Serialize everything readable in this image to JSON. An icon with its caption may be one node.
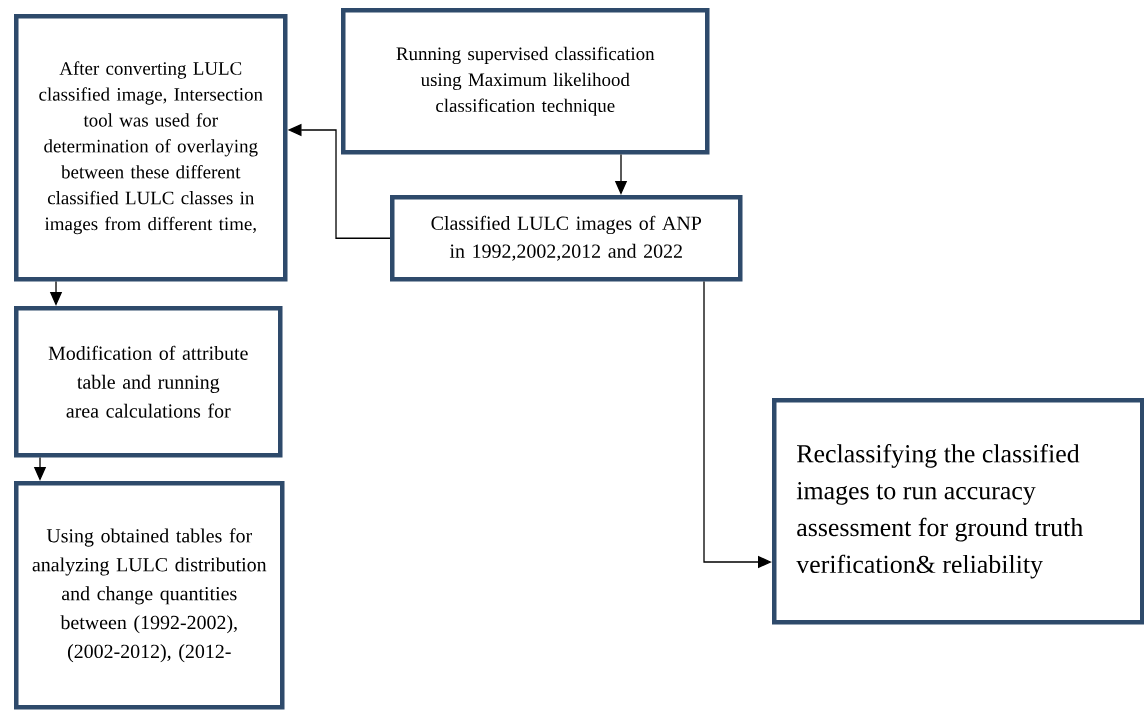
{
  "diagram": {
    "nodes": [
      {
        "text": [
          "After converting LULC classified image, Intersection tool was used for determination of overlaying between these different classified LULC classes in images from different time,"
        ]
      },
      {
        "text": [
          "Running supervised classification using Maximum likelihood classification technique"
        ]
      },
      {
        "text": [
          "Classified LULC images of ANP in 1992,2002,2012 and 2022"
        ]
      },
      {
        "text": [
          "Modification of attribute table and running area calculations for"
        ]
      },
      {
        "text": [
          "Using obtained tables for analyzing LULC distribution and change quantities between (1992-2002), (2002-2012), (2012-"
        ]
      },
      {
        "text": [
          "Reclassifying the classified images to run accuracy assessment for ground truth verification& reliability"
        ]
      }
    ],
    "edges": [
      {
        "from": 1,
        "to": 2,
        "arrow": "to"
      },
      {
        "from": 2,
        "to": 0,
        "arrow": "to"
      },
      {
        "from": 2,
        "to": 5,
        "arrow": "to"
      },
      {
        "from": 0,
        "to": 3,
        "arrow": "to"
      },
      {
        "from": 3,
        "to": 4,
        "arrow": "to"
      }
    ]
  }
}
